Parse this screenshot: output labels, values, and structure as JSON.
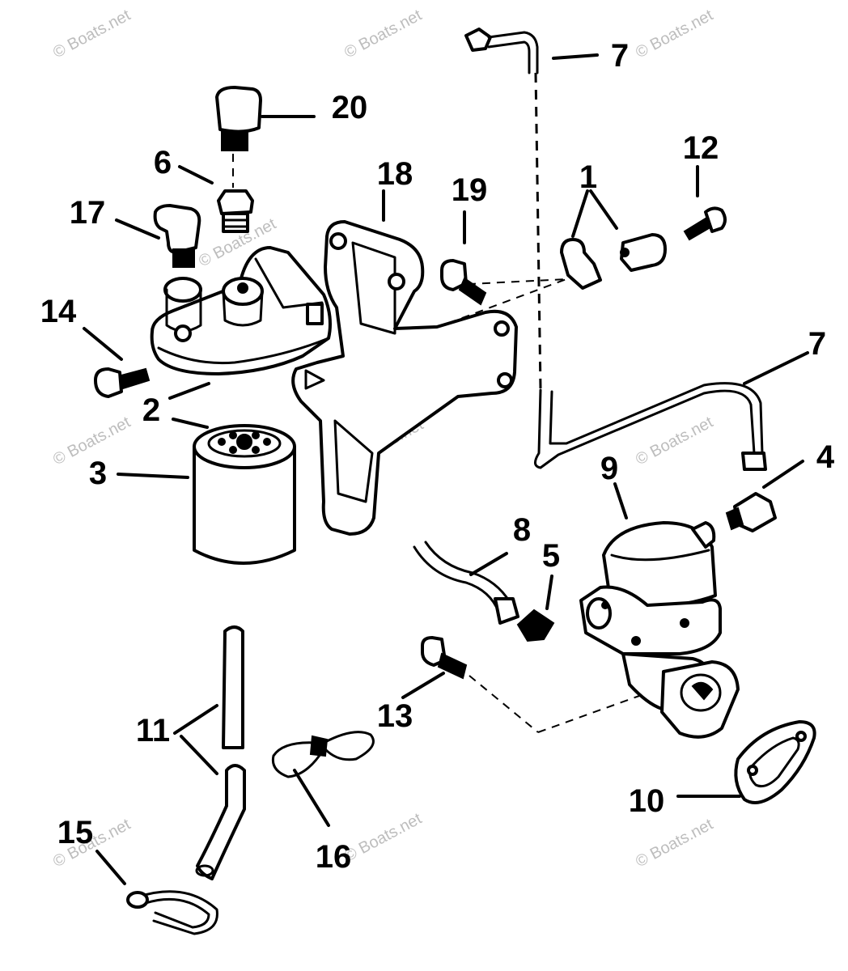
{
  "callouts": {
    "c1": "1",
    "c2": "2",
    "c3": "3",
    "c4": "4",
    "c5": "5",
    "c6": "6",
    "c7a": "7",
    "c7b": "7",
    "c8": "8",
    "c9": "9",
    "c10": "10",
    "c11": "11",
    "c12": "12",
    "c13": "13",
    "c14": "14",
    "c15": "15",
    "c16": "16",
    "c17": "17",
    "c18": "18",
    "c19": "19",
    "c20": "20"
  },
  "watermarks": {
    "w1": "© Boats.net",
    "w2": "© Boats.net",
    "w3": "© Boats.net",
    "w4": "© Boats.net",
    "w5": "© Boats.net",
    "w6": "© Boats.net",
    "w7": "© Boats.net",
    "w8": "© Boats.net",
    "w9": "© Boats.net",
    "w10": "© Boats.net"
  },
  "colors": {
    "line": "#000000",
    "background": "#ffffff",
    "watermark": "#bdbdbd"
  }
}
